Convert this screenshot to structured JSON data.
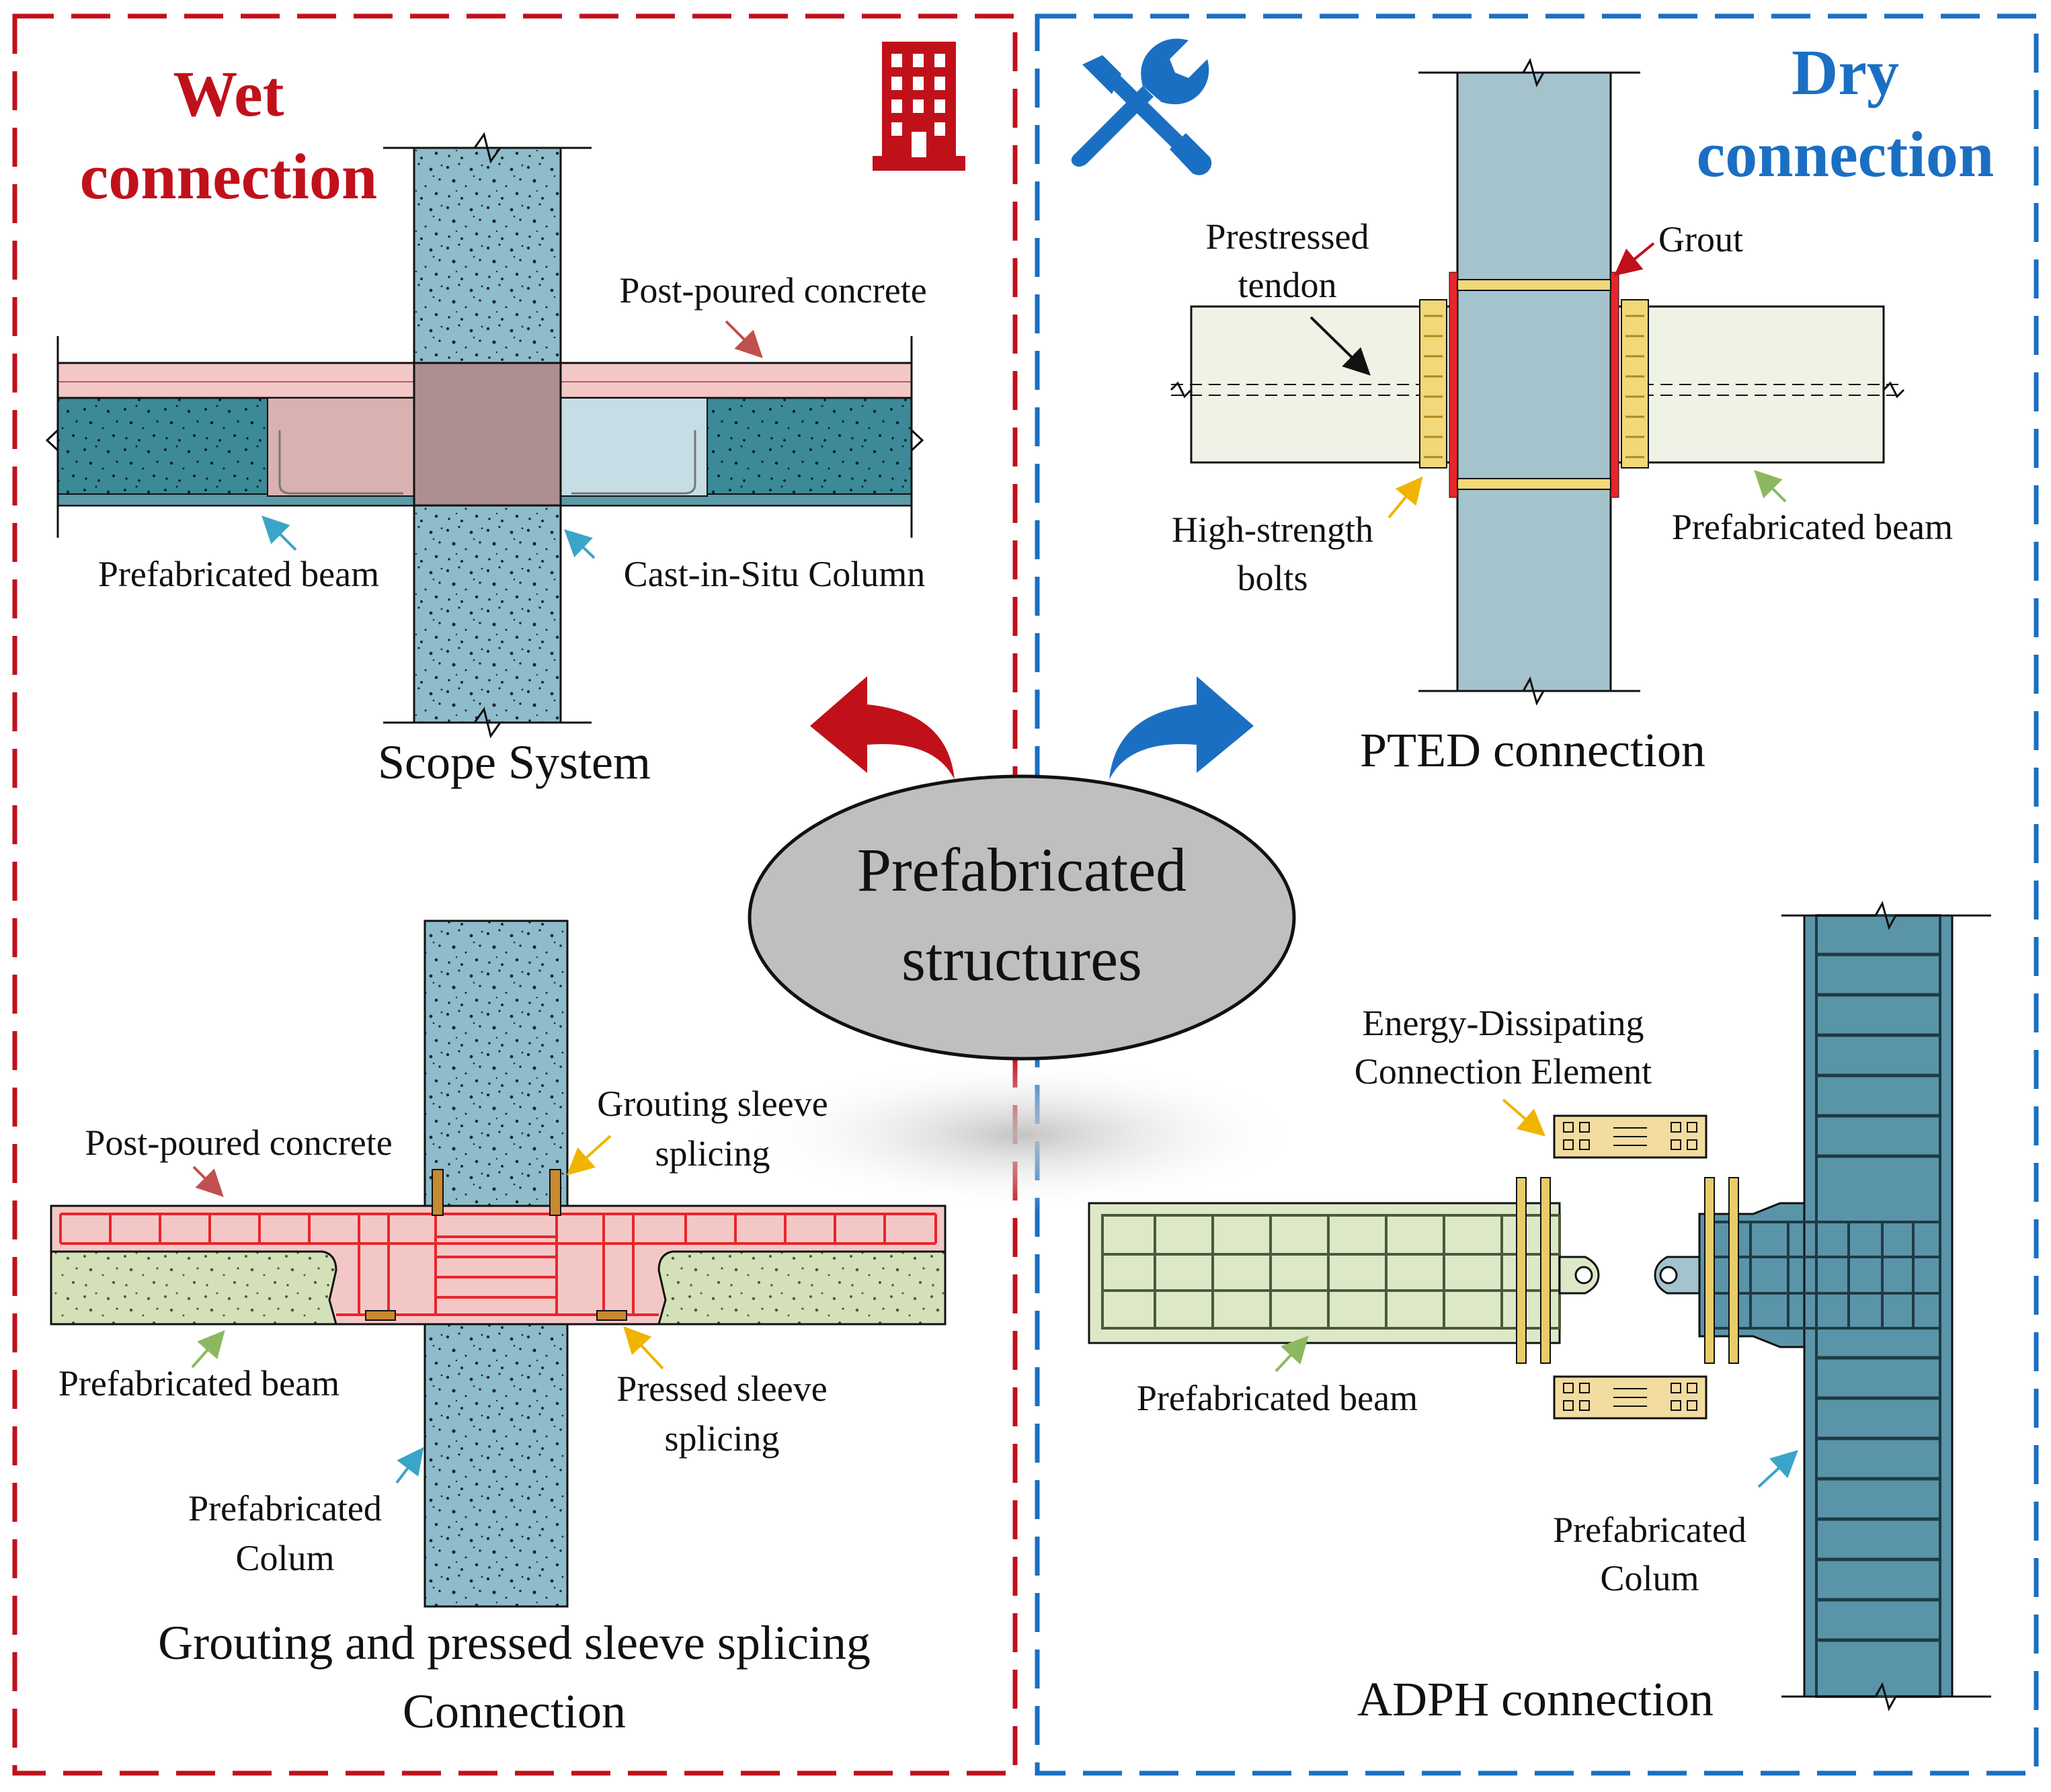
{
  "center": {
    "line1": "Prefabricated",
    "line2": "structures"
  },
  "wet": {
    "title_line1": "Wet",
    "title_line2": "connection",
    "color": "#c0111b",
    "icon": "building-icon",
    "scope": {
      "caption": "Scope System",
      "post_poured": "Post-poured concrete",
      "beam": "Prefabricated beam",
      "column": "Cast-in-Situ Column"
    },
    "sleeve": {
      "caption_line1": "Grouting and pressed sleeve splicing",
      "caption_line2": "Connection",
      "post_poured": "Post-poured concrete",
      "grouting_line1": "Grouting sleeve",
      "grouting_line2": "splicing",
      "beam": "Prefabricated beam",
      "pressed_line1": "Pressed sleeve",
      "pressed_line2": "splicing",
      "column_line1": "Prefabricated",
      "column_line2": "Colum"
    }
  },
  "dry": {
    "title_line1": "Dry",
    "title_line2": "connection",
    "color": "#1b6fc2",
    "icon": "tools-icon",
    "pted": {
      "caption": "PTED connection",
      "tendon_line1": "Prestressed",
      "tendon_line2": "tendon",
      "grout": "Grout",
      "bolts_line1": "High-strength",
      "bolts_line2": "bolts",
      "beam": "Prefabricated beam"
    },
    "adph": {
      "caption": "ADPH connection",
      "element_line1": "Energy-Dissipating",
      "element_line2": "Connection Element",
      "beam": "Prefabricated beam",
      "column_line1": "Prefabricated",
      "column_line2": "Colum"
    }
  }
}
